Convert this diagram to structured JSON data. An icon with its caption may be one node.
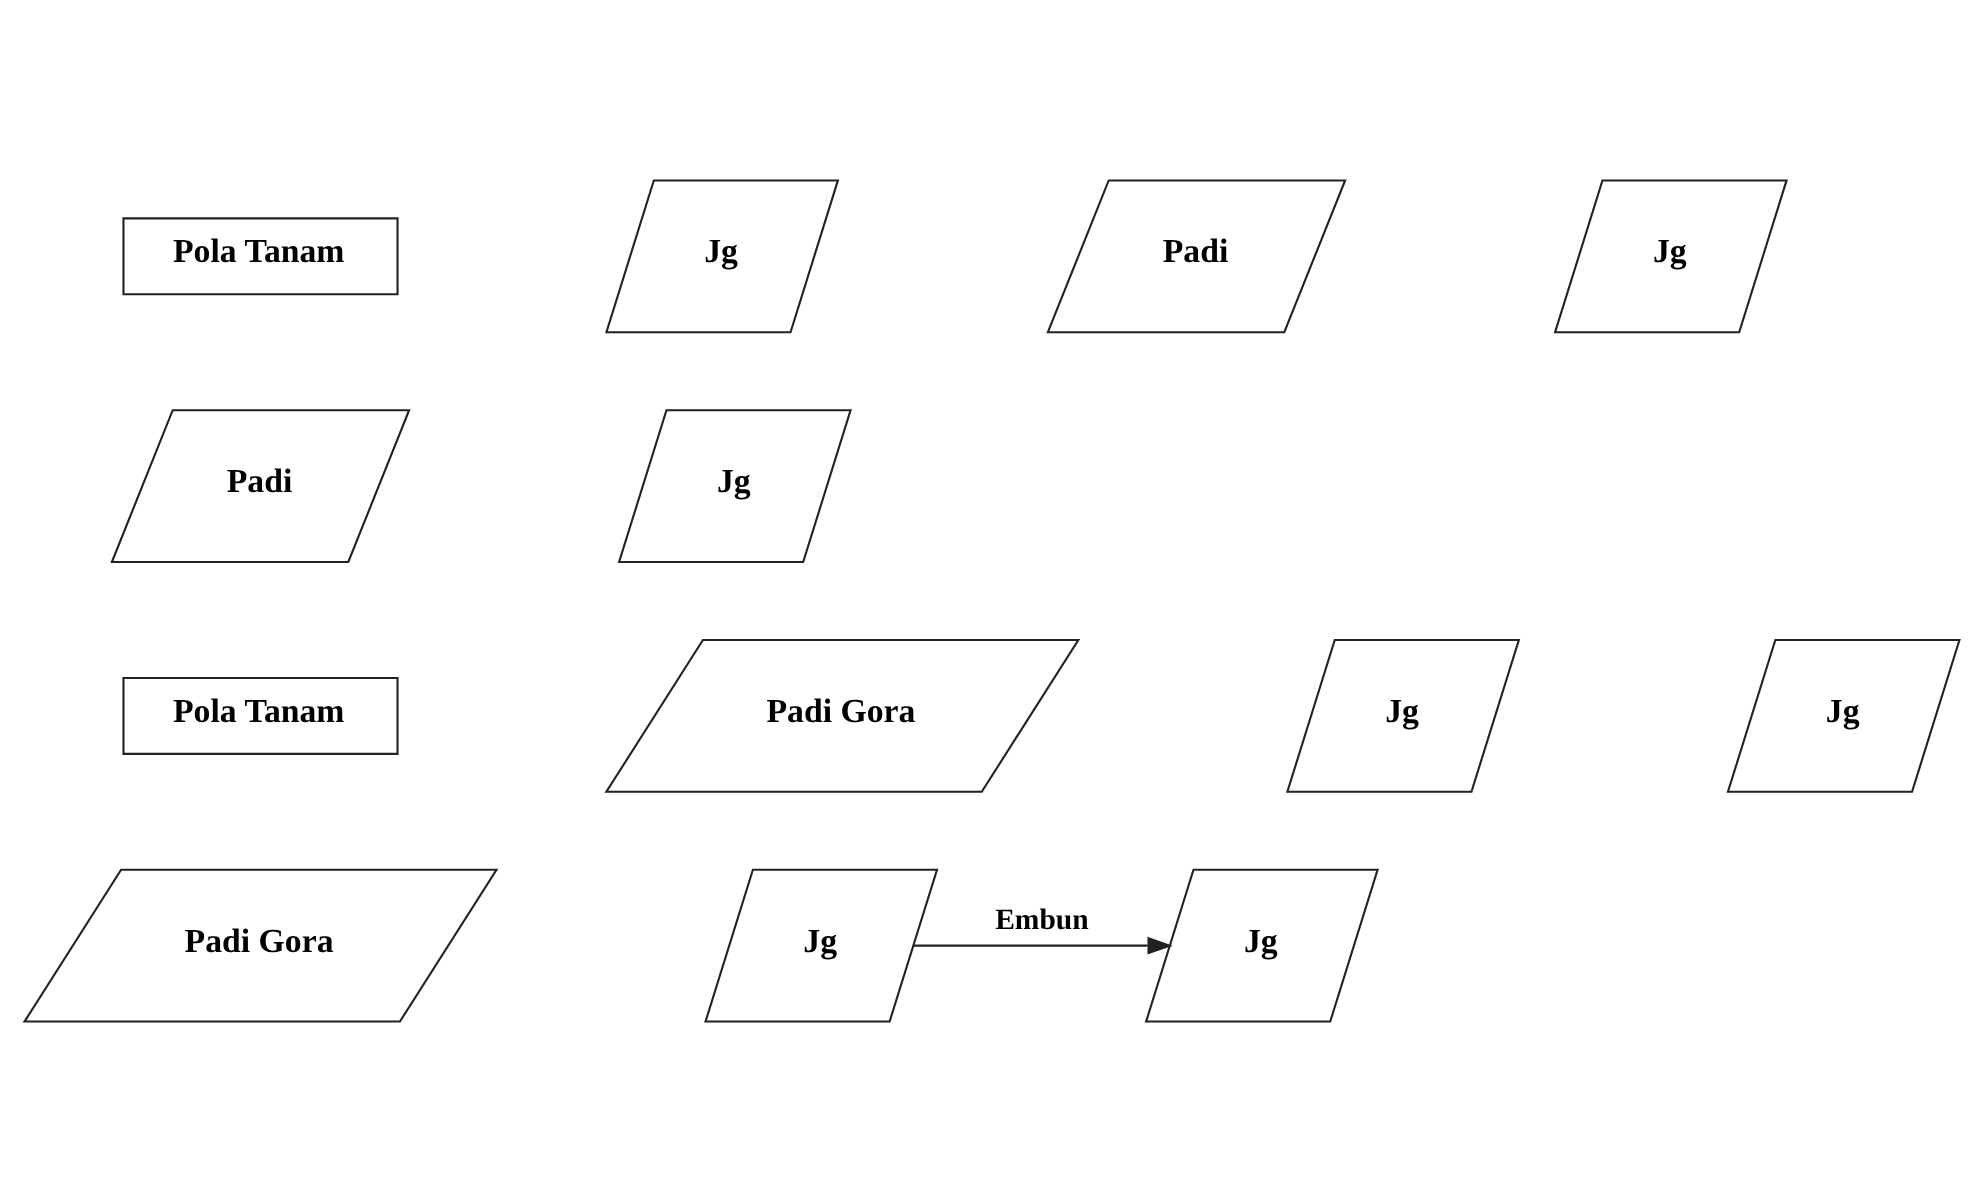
{
  "diagram": {
    "nodes": [
      {
        "text": [
          "Pola Tanam"
        ]
      },
      {
        "text": [
          "Jg"
        ]
      },
      {
        "text": [
          "Padi"
        ]
      },
      {
        "text": [
          "Jg"
        ]
      },
      {
        "text": [
          "Padi"
        ]
      },
      {
        "text": [
          "Jg"
        ]
      },
      {
        "text": [
          "Pola Tanam"
        ]
      },
      {
        "text": [
          "Padi Gora"
        ]
      },
      {
        "text": [
          "Jg"
        ]
      },
      {
        "text": [
          "Jg"
        ]
      },
      {
        "text": [
          "Padi Gora"
        ]
      },
      {
        "text": [
          "Jg"
        ]
      },
      {
        "text": [
          "Jg"
        ]
      }
    ],
    "edges": [
      {
        "from": 11,
        "to": 12,
        "arrow": "to",
        "label": "Embun"
      }
    ]
  }
}
